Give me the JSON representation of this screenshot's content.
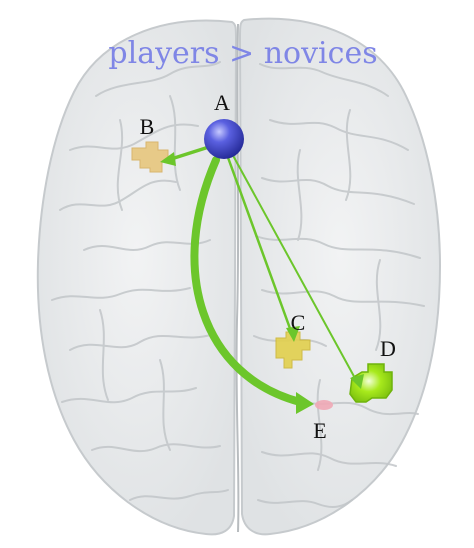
{
  "title": "players > novices",
  "colors": {
    "title": "#7f86e6",
    "brain_fill": "#e9ebec",
    "brain_stroke": "#c9cdd0",
    "sulci": "#c2c6c9",
    "arrow": "#6cc62b",
    "node_a": "#2f35c8",
    "node_b": "#e7c477",
    "node_c": "#e2d04d",
    "node_d": "#9adf16",
    "node_e": "#f0a8b6"
  },
  "nodes": [
    {
      "id": "A",
      "label": "A"
    },
    {
      "id": "B",
      "label": "B"
    },
    {
      "id": "C",
      "label": "C"
    },
    {
      "id": "D",
      "label": "D"
    },
    {
      "id": "E",
      "label": "E"
    }
  ],
  "connections": [
    {
      "from": "A",
      "to": "B",
      "weight": "thin"
    },
    {
      "from": "A",
      "to": "C",
      "weight": "thin"
    },
    {
      "from": "A",
      "to": "D",
      "weight": "thin"
    },
    {
      "from": "A",
      "to": "E",
      "weight": "thick"
    }
  ]
}
